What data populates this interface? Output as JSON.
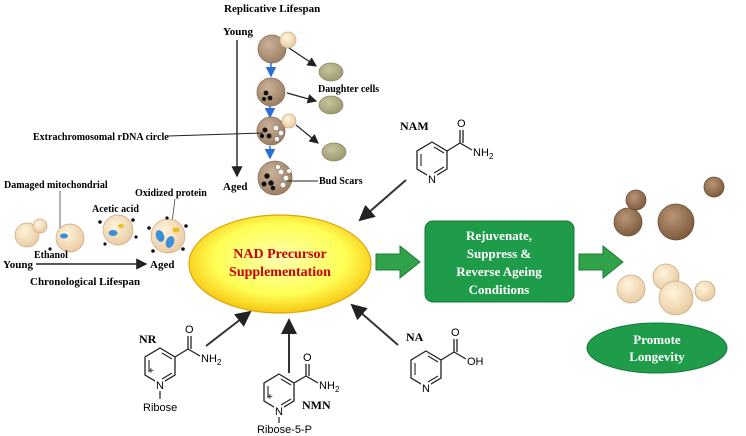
{
  "replicative": {
    "title": "Replicative Lifespan",
    "young": "Young",
    "aged": "Aged",
    "daughter_cells": "Daughter cells",
    "erc": "Extrachromosomal  rDNA circle",
    "bud_scars": "Bud Scars"
  },
  "chronological": {
    "damaged_mito": "Damaged mitochondrial",
    "oxidized_protein": "Oxidized protein",
    "acetic_acid": "Acetic acid",
    "ethanol": "Ethanol",
    "young": "Young",
    "aged": "Aged",
    "title": "Chronological Lifespan"
  },
  "center": {
    "line1": "NAD Precursor",
    "line2": "Supplementation"
  },
  "outcome": {
    "line1": "Rejuvenate,",
    "line2": "Suppress &",
    "line3": "Reverse Ageing",
    "line4": "Conditions"
  },
  "longevity": {
    "line1": "Promote",
    "line2": "Longevity"
  },
  "molecules": {
    "nam": {
      "name": "NAM",
      "o": "O",
      "nh2": "NH",
      "nh2_sub": "2",
      "n": "N"
    },
    "nr": {
      "name": "NR",
      "o": "O",
      "nh2": "NH",
      "nh2_sub": "2",
      "n": "N",
      "plus": "+",
      "sugar": "Ribose"
    },
    "nmn": {
      "name": "NMN",
      "o": "O",
      "nh2": "NH",
      "nh2_sub": "2",
      "n": "N",
      "plus": "+",
      "sugar": "Ribose-5-P"
    },
    "na": {
      "name": "NA",
      "o": "O",
      "oh": "OH",
      "n": "N"
    }
  },
  "colors": {
    "ellipse_center": "#ffff66",
    "ellipse_edge": "#f2a400",
    "center_text": "#cc0000",
    "green_box": "#1f9c4a",
    "green_arrow": "#28a745",
    "yeast_dark": "#8c6a4a",
    "yeast_light": "#f0d8b8"
  }
}
